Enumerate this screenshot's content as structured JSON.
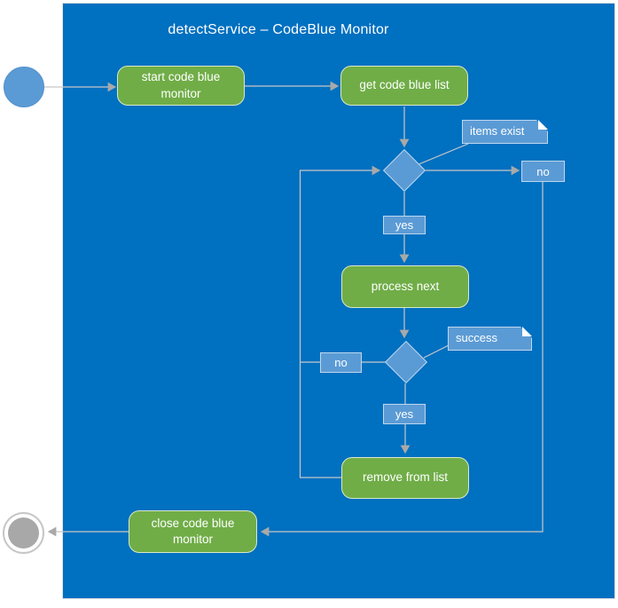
{
  "title": "detectService – CodeBlue Monitor",
  "colors": {
    "canvas_blue": "#0070C0",
    "activity_green": "#70AD47",
    "shape_blue": "#5B9BD5",
    "shape_border_blue": "#BDD7EE",
    "connector_gray": "#C8C8C8",
    "end_node_gray": "#A8A8A8",
    "text_white": "#FFFFFF"
  },
  "nodes": {
    "start_monitor": {
      "label": "start code blue monitor"
    },
    "get_list": {
      "label": "get code blue list"
    },
    "process_next": {
      "label": "process next"
    },
    "remove_from_list": {
      "label": "remove from list"
    },
    "close_monitor": {
      "label": "close code blue monitor"
    }
  },
  "notes": {
    "items_exist": {
      "label": "items exist"
    },
    "success": {
      "label": "success"
    }
  },
  "branch_labels": {
    "decision1_no": "no",
    "decision1_yes": "yes",
    "decision2_no": "no",
    "decision2_yes": "yes"
  }
}
